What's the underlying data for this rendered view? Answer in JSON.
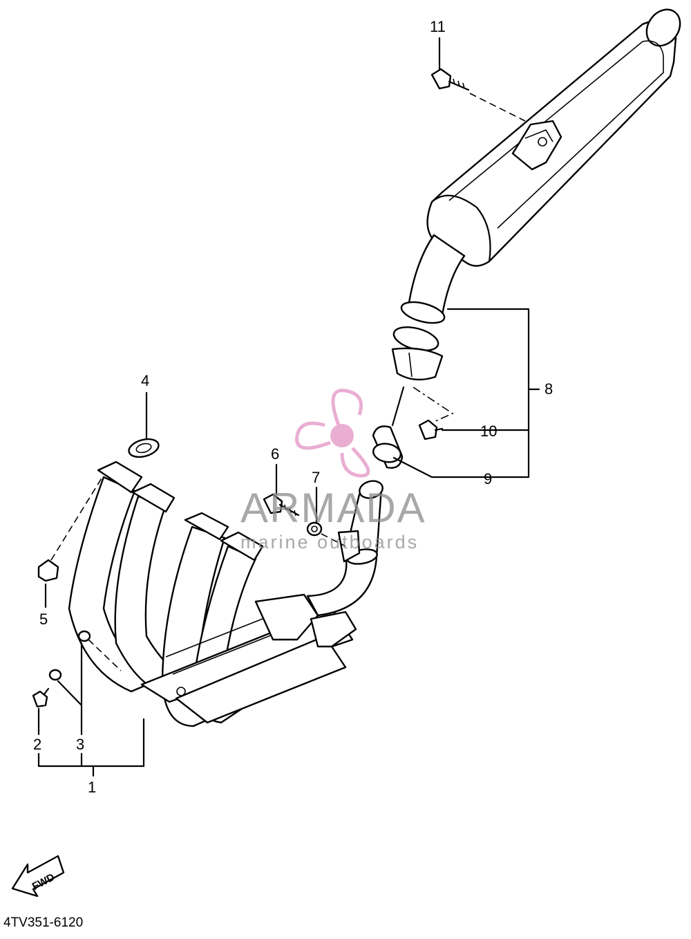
{
  "diagram": {
    "callouts": [
      "1",
      "2",
      "3",
      "4",
      "5",
      "6",
      "7",
      "8",
      "9",
      "10",
      "11"
    ],
    "fwd_label": "FWD",
    "diagram_code": "4TV351-6120"
  },
  "watermark": {
    "brand": "ARMADA",
    "tagline": "marine outboards",
    "logo_color": "#e8a6cf",
    "text_color": "#8e8e8e"
  }
}
